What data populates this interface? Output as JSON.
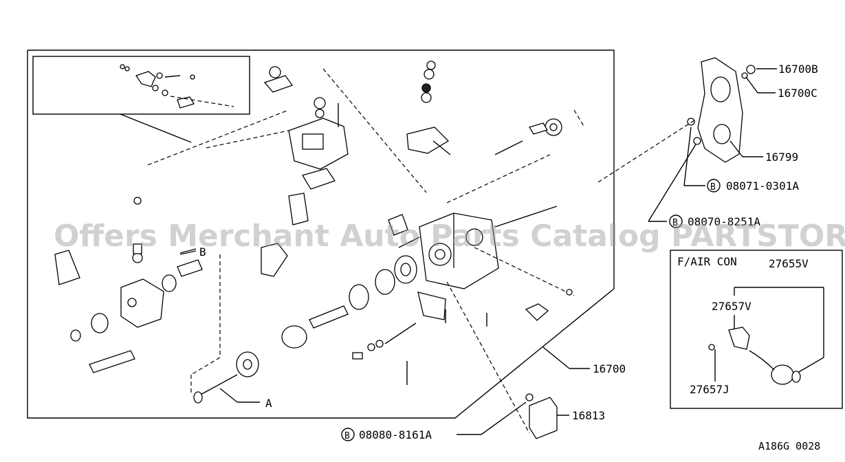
{
  "labels": {
    "p16700b": "16700B",
    "p16700c": "16700C",
    "p16799": "16799",
    "bolt_0301a": "08071-0301A",
    "bolt_8251a": "08070-8251A",
    "p16700": "16700",
    "p16813": "16813",
    "bolt_8161a": "08080-8161A",
    "callout_a": "A",
    "callout_b": "B",
    "inset_title": "F/AIR CON",
    "p27655v": "27655V",
    "p27657v": "27657V",
    "p27657j": "27657J",
    "diagram_code": "A186G 0028",
    "bolt_symbol": "B"
  },
  "watermark": "Offers Merchant Auto Parts Catalog PARTSTORE.SA",
  "colors": {
    "line": "#000000",
    "background": "#ffffff",
    "watermark": "#9a9a9a"
  }
}
